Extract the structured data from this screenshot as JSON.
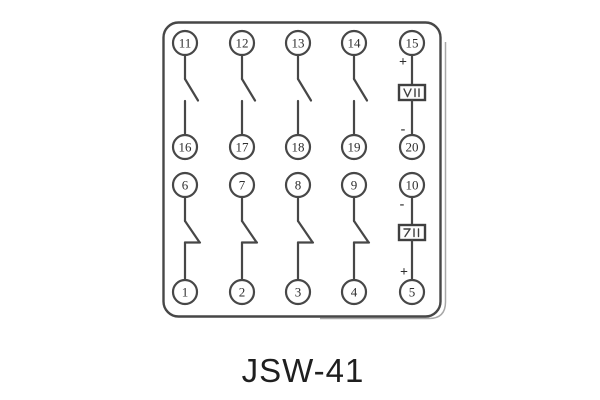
{
  "diagram": {
    "model_label": "JSW-41",
    "terminals": {
      "row1": [
        "11",
        "12",
        "13",
        "14",
        "15"
      ],
      "row2": [
        "16",
        "17",
        "18",
        "19",
        "20"
      ],
      "row3": [
        "6",
        "7",
        "8",
        "9",
        "10"
      ],
      "row4": [
        "1",
        "2",
        "3",
        "4",
        "5"
      ]
    },
    "polarity": {
      "plus": "+",
      "minus": "-"
    },
    "icons": {
      "upper_element": "hatched-coil-box-symbol",
      "lower_element": "hatched-coil-box-symbol",
      "upper_contacts": "normally-open-contact-symbol",
      "lower_contacts": "normally-closed-contact-symbol"
    },
    "colors": {
      "line": "#474747",
      "label_text": "#1f1f1f",
      "background": "#ffffff"
    }
  }
}
